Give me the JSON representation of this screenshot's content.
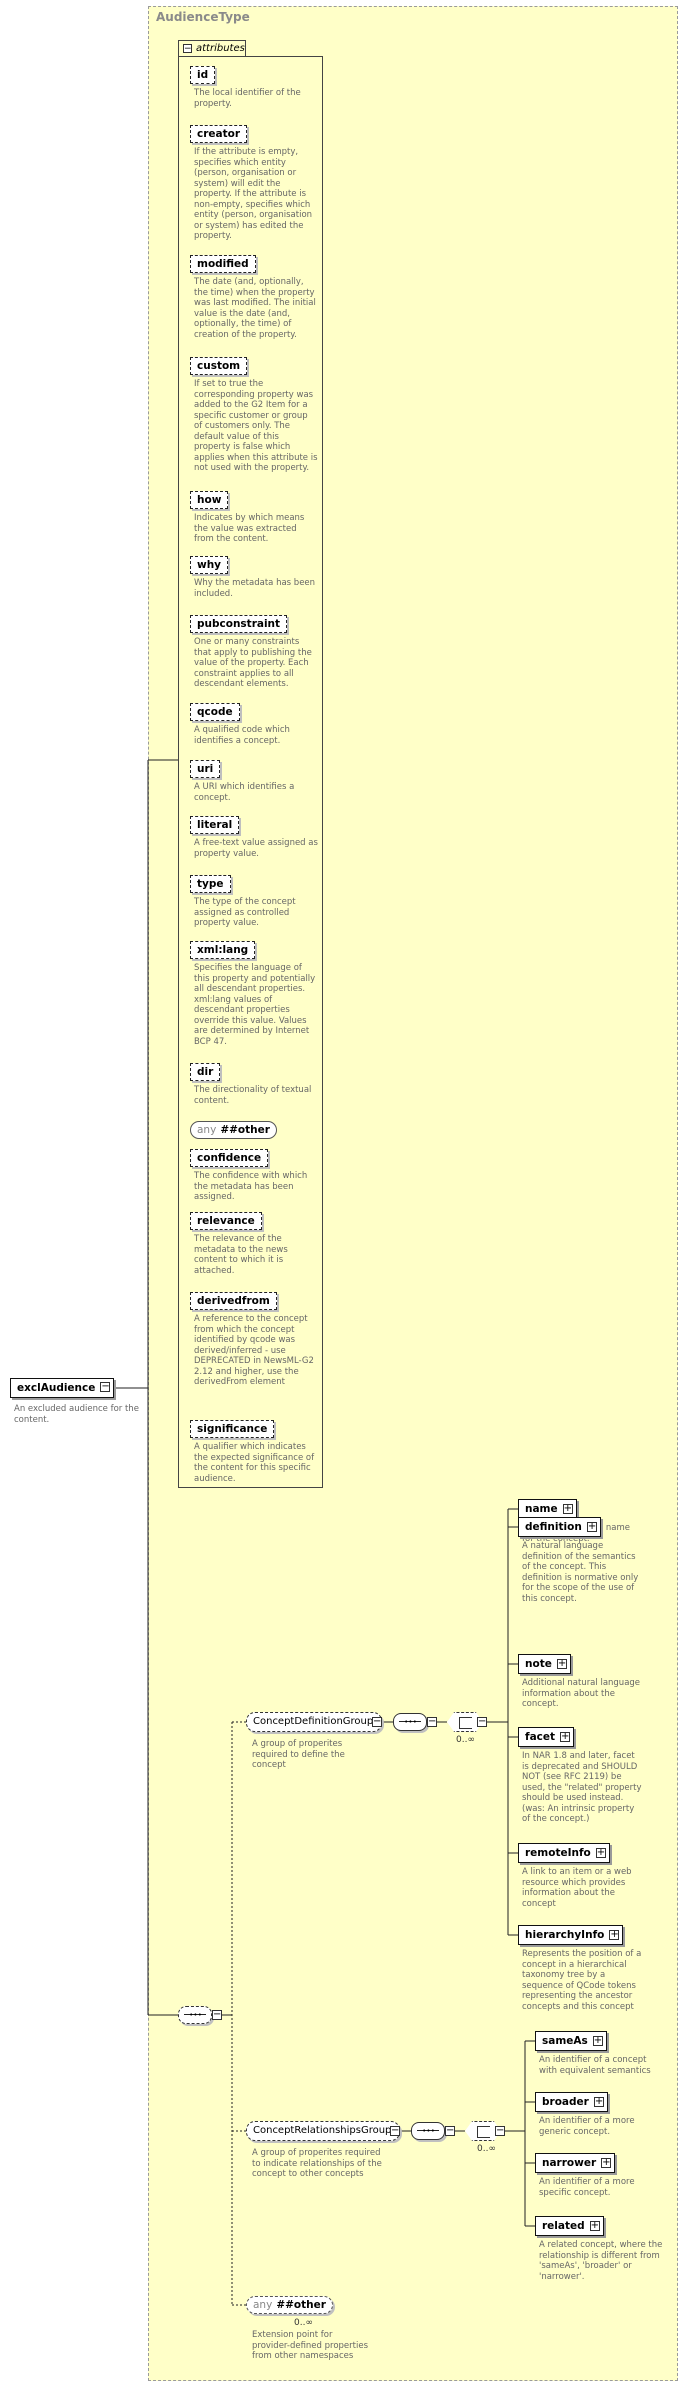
{
  "type_name": "AudienceType",
  "root": {
    "name": "exclAudience",
    "desc": "An excluded audience for the content."
  },
  "attributes_label": "attributes",
  "attributes": [
    {
      "name": "id",
      "desc": "The local identifier of the property."
    },
    {
      "name": "creator",
      "desc": "If the attribute is empty, specifies which entity (person, organisation or system) will edit the property. If the attribute is non-empty, specifies which entity (person, organisation or system) has edited the property."
    },
    {
      "name": "modified",
      "desc": "The date (and, optionally, the time) when the property was last modified. The initial value is the date (and, optionally, the time) of creation of the property."
    },
    {
      "name": "custom",
      "desc": "If set to true the corresponding property was added to the G2 Item for a specific customer or group of customers only. The default value of this property is false which applies when this attribute is not used with the property."
    },
    {
      "name": "how",
      "desc": "Indicates by which means the value was extracted from the content."
    },
    {
      "name": "why",
      "desc": "Why the metadata has been included."
    },
    {
      "name": "pubconstraint",
      "desc": "One or many constraints that apply to publishing the value of the property. Each constraint applies to all descendant elements."
    },
    {
      "name": "qcode",
      "desc": "A qualified code which identifies a concept."
    },
    {
      "name": "uri",
      "desc": "A URI which identifies a concept."
    },
    {
      "name": "literal",
      "desc": "A free-text value assigned as property value."
    },
    {
      "name": "type",
      "desc": "The type of the concept assigned as controlled property value."
    },
    {
      "name": "xml:lang",
      "desc": "Specifies the language of this property and potentially all descendant properties. xml:lang values of descendant properties override this value. Values are determined by Internet BCP 47."
    },
    {
      "name": "dir",
      "desc": "The directionality of textual content."
    },
    {
      "any": "any",
      "name": "##other",
      "desc": ""
    },
    {
      "name": "confidence",
      "desc": "The confidence with which the metadata has been assigned."
    },
    {
      "name": "relevance",
      "desc": "The relevance of the metadata to the news content to which it is attached."
    },
    {
      "name": "derivedfrom",
      "desc": "A reference to the concept from which the concept identified by qcode was derived/inferred - use DEPRECATED in NewsML-G2 2.12 and higher, use the derivedFrom element"
    },
    {
      "name": "significance",
      "desc": "A qualifier which indicates the expected significance of the content for this specific audience."
    }
  ],
  "concept_definition_group": {
    "name": "ConceptDefinitionGroup",
    "desc": "A group of properites required to define the concept",
    "multiplicity": "0..∞",
    "elements": [
      {
        "name": "name",
        "desc": "A natural language name for the concept."
      },
      {
        "name": "definition",
        "desc": "A natural language definition of the semantics of the concept. This definition is normative only for the scope of the use of this concept."
      },
      {
        "name": "note",
        "desc": "Additional natural language information about the concept."
      },
      {
        "name": "facet",
        "desc": "In NAR 1.8 and later, facet is deprecated and SHOULD NOT (see RFC 2119) be used, the \"related\" property should be used instead.(was: An intrinsic property of the concept.)"
      },
      {
        "name": "remoteInfo",
        "desc": "A link to an item or a web resource which provides information about the concept"
      },
      {
        "name": "hierarchyInfo",
        "desc": "Represents the position of a concept in a hierarchical taxonomy tree by a sequence of QCode tokens representing the ancestor concepts and this concept"
      }
    ]
  },
  "concept_relationships_group": {
    "name": "ConceptRelationshipsGroup",
    "desc": "A group of properites required to indicate relationships of the concept to other concepts",
    "multiplicity": "0..∞",
    "elements": [
      {
        "name": "sameAs",
        "desc": "An identifier of a concept with equivalent semantics"
      },
      {
        "name": "broader",
        "desc": "An identifier of a more generic concept."
      },
      {
        "name": "narrower",
        "desc": "An identifier of a more specific concept."
      },
      {
        "name": "related",
        "desc": "A related concept, where the relationship is different from 'sameAs', 'broader' or 'narrower'."
      }
    ]
  },
  "any_other": {
    "any": "any",
    "name": "##other",
    "multiplicity": "0..∞",
    "desc": "Extension point for provider-defined properties from other namespaces"
  }
}
